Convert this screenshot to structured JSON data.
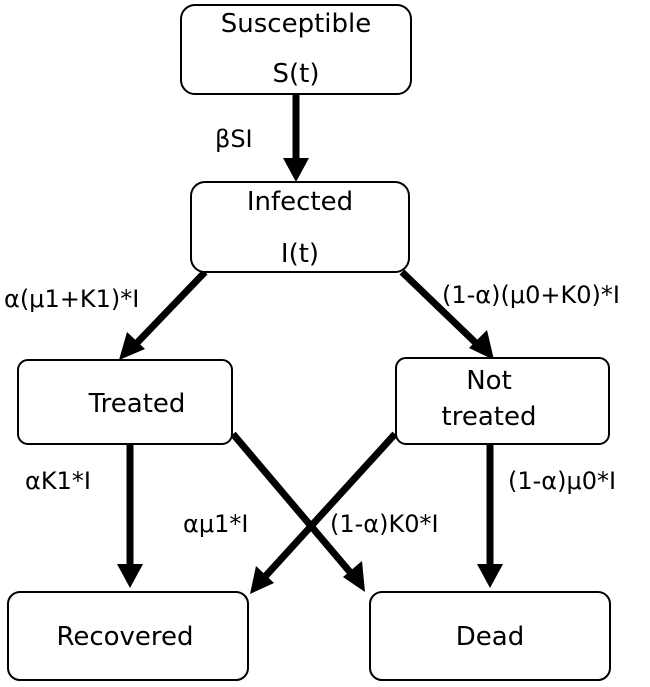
{
  "nodes": {
    "susceptible": {
      "line1": "Susceptible",
      "line2": "S(t)"
    },
    "infected": {
      "line1": "Infected",
      "line2": "I(t)"
    },
    "treated": {
      "line1": "Treated"
    },
    "not_treated": {
      "line1": "Not",
      "line2": "treated"
    },
    "recovered": {
      "line1": "Recovered"
    },
    "dead": {
      "line1": "Dead"
    }
  },
  "edges": {
    "s_to_i": "βSI",
    "i_to_treated": "α(μ1+K1)*I",
    "i_to_not_treated": "(1-α)(μ0+K0)*I",
    "treated_to_recovered": "αK1*I",
    "treated_to_dead": "αμ1*I",
    "not_treated_to_recovered": "(1-α)K0*I",
    "not_treated_to_dead": "(1-α)μ0*I"
  }
}
